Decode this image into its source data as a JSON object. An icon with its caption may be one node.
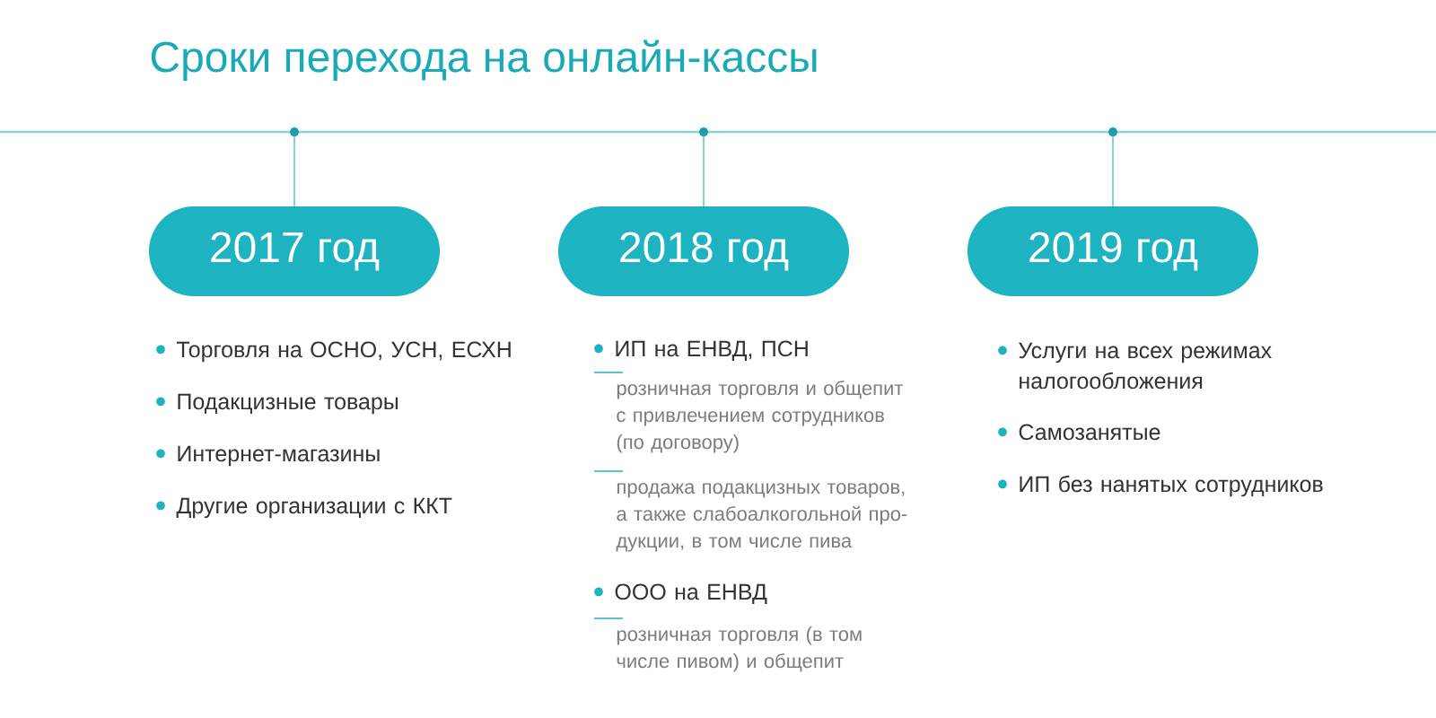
{
  "diagram": {
    "title": "Сроки перехода на онлайн-кассы",
    "nodes": [
      {
        "text": [],
        "shape": "circle"
      },
      {
        "text": [],
        "shape": "circle"
      },
      {
        "text": [],
        "shape": "circle"
      },
      {
        "text": [
          "2017 год"
        ]
      },
      {
        "text": [
          "2018 год"
        ]
      },
      {
        "text": [
          "2019 год"
        ]
      }
    ],
    "edges": [
      {
        "from": 0,
        "to": 3,
        "arrow": "none"
      },
      {
        "from": 1,
        "to": 4,
        "arrow": "none"
      },
      {
        "from": 2,
        "to": 5,
        "arrow": "none"
      }
    ],
    "labels": [
      "Торговля на ОСНО, УСН, ЕСХН",
      "Подакцизные товары",
      "Интернет-магазины",
      "Другие организации с ККТ",
      "ИП на ЕНВД, ПСН",
      "розничная торговля и общепит с привлечением сотрудников (по договору)",
      "продажа подакцизных товаров, а также слабоалкогольной про- дукции, в том числе пива",
      "ООО на ЕНВД",
      "розничная торговля (в том числе пивом) и общепит",
      "Услуги на всех режимах налогообложения",
      "Самозанятые",
      "ИП без нанятых сотрудников"
    ]
  }
}
